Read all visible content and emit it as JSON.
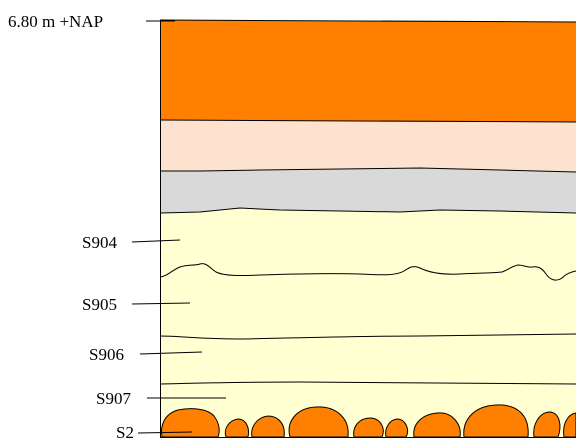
{
  "elevation_label": "6.80 m +NAP",
  "colors": {
    "layer_top": "#ff8000",
    "layer_2": "#fde3cf",
    "layer_3": "#d9d9d9",
    "layer_pale": "#ffffd2",
    "cobbles": "#ff8000",
    "outline": "#000000"
  },
  "layers": {
    "s904": "S904",
    "s905": "S905",
    "s906": "S906",
    "s907": "S907",
    "s2": "S2"
  }
}
